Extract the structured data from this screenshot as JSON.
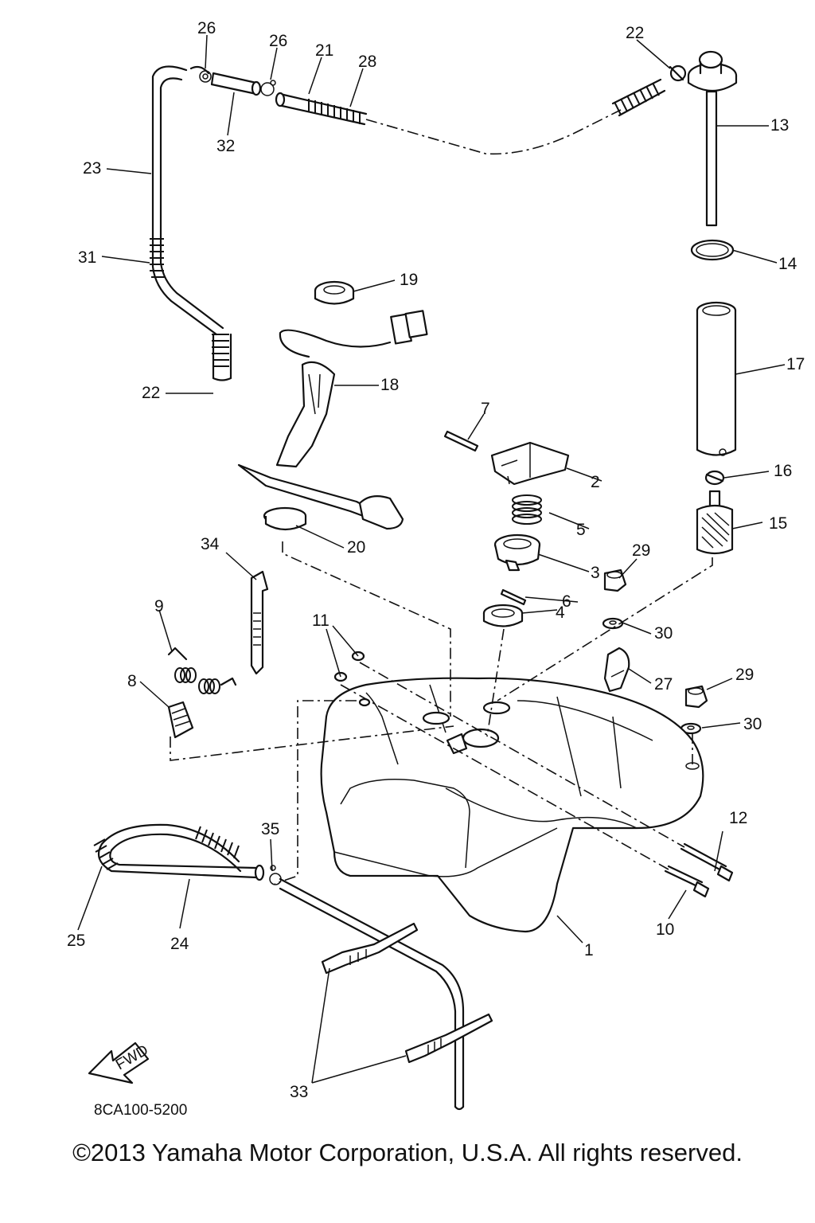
{
  "diagram": {
    "code": "8CA100-5200",
    "fwd_label": "FWD",
    "callouts": [
      {
        "id": "c1",
        "label": "1"
      },
      {
        "id": "c2",
        "label": "2"
      },
      {
        "id": "c3",
        "label": "3"
      },
      {
        "id": "c4",
        "label": "4"
      },
      {
        "id": "c5",
        "label": "5"
      },
      {
        "id": "c6",
        "label": "6"
      },
      {
        "id": "c7",
        "label": "7"
      },
      {
        "id": "c8",
        "label": "8"
      },
      {
        "id": "c9",
        "label": "9"
      },
      {
        "id": "c10",
        "label": "10"
      },
      {
        "id": "c11",
        "label": "11"
      },
      {
        "id": "c12",
        "label": "12"
      },
      {
        "id": "c13",
        "label": "13"
      },
      {
        "id": "c14",
        "label": "14"
      },
      {
        "id": "c15",
        "label": "15"
      },
      {
        "id": "c16",
        "label": "16"
      },
      {
        "id": "c17",
        "label": "17"
      },
      {
        "id": "c18",
        "label": "18"
      },
      {
        "id": "c19",
        "label": "19"
      },
      {
        "id": "c20",
        "label": "20"
      },
      {
        "id": "c21",
        "label": "21"
      },
      {
        "id": "c22a",
        "label": "22"
      },
      {
        "id": "c22b",
        "label": "22"
      },
      {
        "id": "c23",
        "label": "23"
      },
      {
        "id": "c24",
        "label": "24"
      },
      {
        "id": "c25",
        "label": "25"
      },
      {
        "id": "c26a",
        "label": "26"
      },
      {
        "id": "c26b",
        "label": "26"
      },
      {
        "id": "c27",
        "label": "27"
      },
      {
        "id": "c28",
        "label": "28"
      },
      {
        "id": "c29a",
        "label": "29"
      },
      {
        "id": "c29b",
        "label": "29"
      },
      {
        "id": "c30a",
        "label": "30"
      },
      {
        "id": "c30b",
        "label": "30"
      },
      {
        "id": "c31",
        "label": "31"
      },
      {
        "id": "c32",
        "label": "32"
      },
      {
        "id": "c33",
        "label": "33"
      },
      {
        "id": "c34",
        "label": "34"
      },
      {
        "id": "c35",
        "label": "35"
      }
    ]
  },
  "footer": {
    "copyright": "©2013 Yamaha Motor Corporation, U.S.A. All rights reserved."
  }
}
